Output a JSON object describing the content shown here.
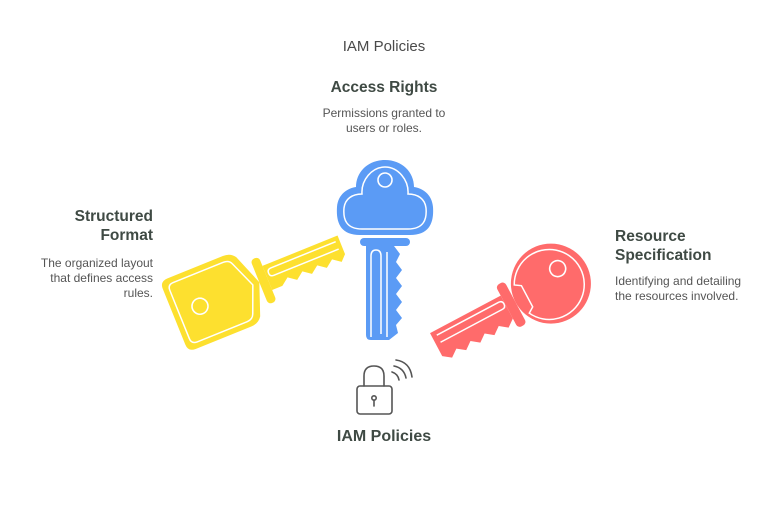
{
  "diagram": {
    "title": "IAM Policies",
    "center_label": "IAM Policies",
    "center_icon": "padlock-wireless-icon",
    "items": [
      {
        "id": "access-rights",
        "heading": "Access Rights",
        "description_line1": "Permissions granted to",
        "description_line2": "users or roles.",
        "icon": "key-icon",
        "color": "#5B9BF5"
      },
      {
        "id": "structured-format",
        "heading_line1": "Structured",
        "heading_line2": "Format",
        "description_line1": "The organized layout",
        "description_line2": "that defines access",
        "description_line3": "rules.",
        "icon": "key-icon",
        "color": "#FDE02F"
      },
      {
        "id": "resource-specification",
        "heading_line1": "Resource",
        "heading_line2": "Specification",
        "description_line1": "Identifying and detailing",
        "description_line2": "the resources involved.",
        "icon": "key-icon",
        "color": "#FF6B6B"
      }
    ],
    "colors": {
      "blue": "#5B9BF5",
      "yellow": "#FDE02F",
      "red": "#FF6B6B",
      "heading": "#3F4A44",
      "text": "#555555",
      "icon_stroke": "#555555"
    }
  }
}
